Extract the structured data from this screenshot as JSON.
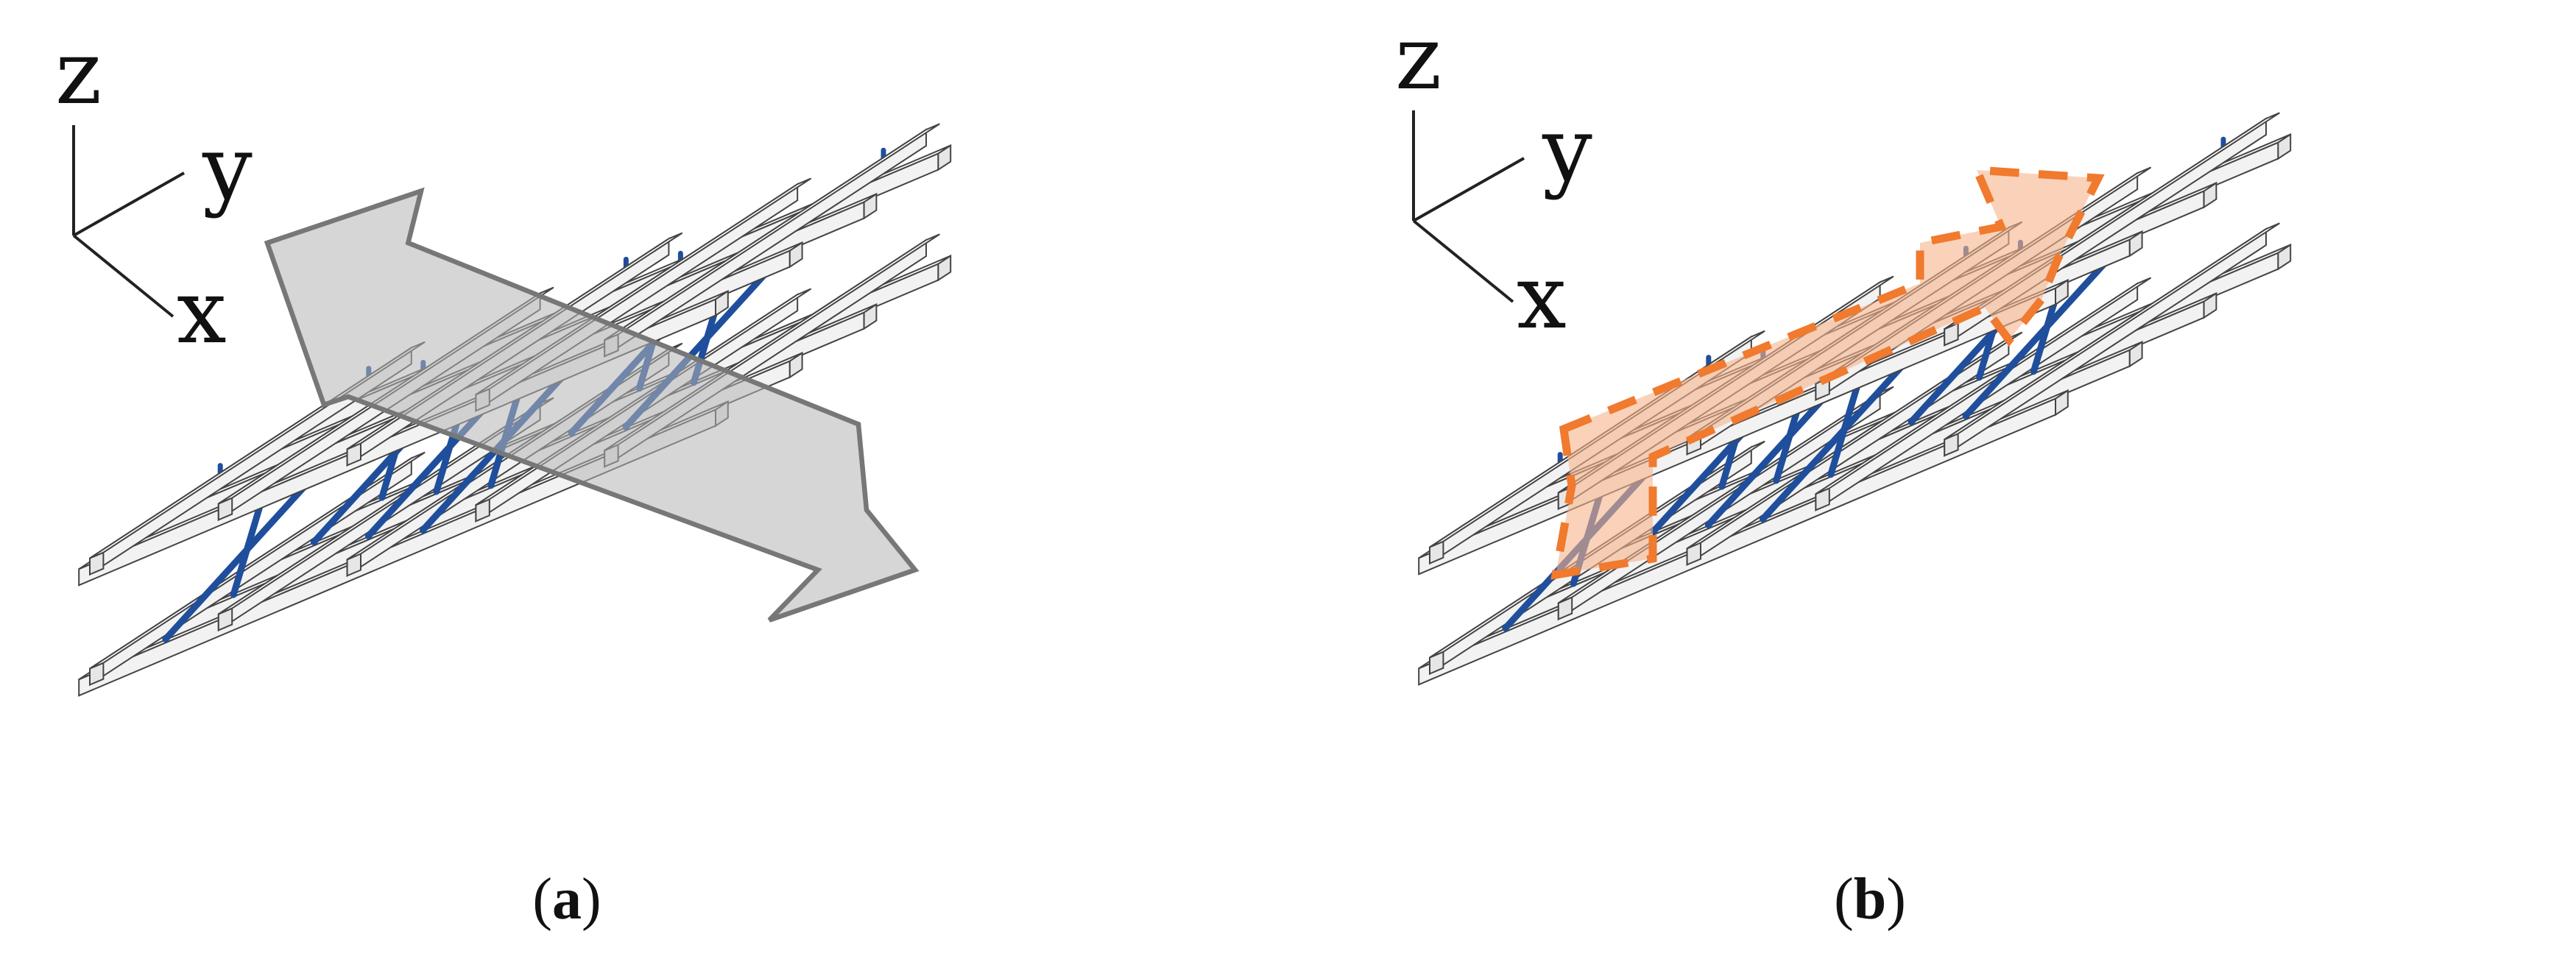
{
  "axes": {
    "z": "z",
    "y": "y",
    "x": "x"
  },
  "panels": [
    {
      "id": "a",
      "caption_open": "(",
      "caption_letter": "a",
      "caption_close": ")",
      "arrow_style": "solid-gray"
    },
    {
      "id": "b",
      "caption_open": "(",
      "caption_letter": "b",
      "caption_close": ")",
      "arrow_style": "dashed-orange"
    }
  ],
  "colors": {
    "bar_fill": "#ffffff",
    "bar_stroke": "#444444",
    "tie": "#1f4f9c",
    "arrow_a_fill": "#b5b5b5",
    "arrow_a_stroke": "#777777",
    "arrow_b_fill": "#f6b48c",
    "arrow_b_stroke": "#f07a2e"
  }
}
